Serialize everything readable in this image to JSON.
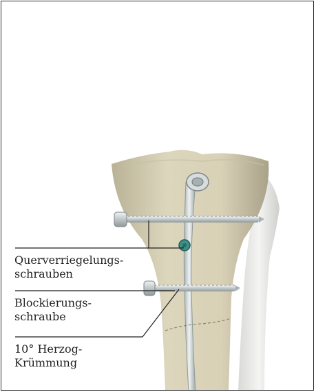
{
  "labels": {
    "interlocking_line1": "Querverriegelungs-",
    "interlocking_line2": "schrauben",
    "blocking_line1": "Blockierungs-",
    "blocking_line2": "schraube",
    "bend_line1": "10° Herzog-",
    "bend_line2": "Krümmung"
  }
}
